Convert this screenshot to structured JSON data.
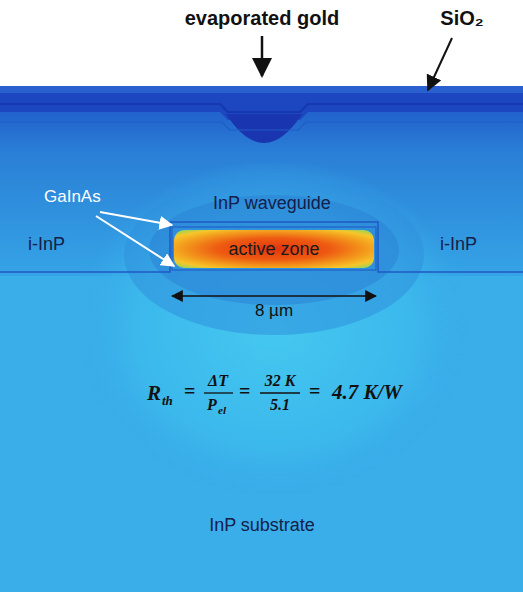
{
  "diagram": {
    "nodes": [
      {
        "text": [
          "active zone"
        ]
      }
    ],
    "labels": [
      "evaporated gold",
      "SiO₂",
      "GaInAs",
      "InP waveguide",
      "i-InP",
      "i-InP",
      "8 µm",
      "InP substrate",
      "R",
      "th",
      "=",
      "ΔT",
      "P",
      "el",
      "=",
      "32 K",
      "5.1",
      "=",
      "4.7 K/W"
    ]
  }
}
